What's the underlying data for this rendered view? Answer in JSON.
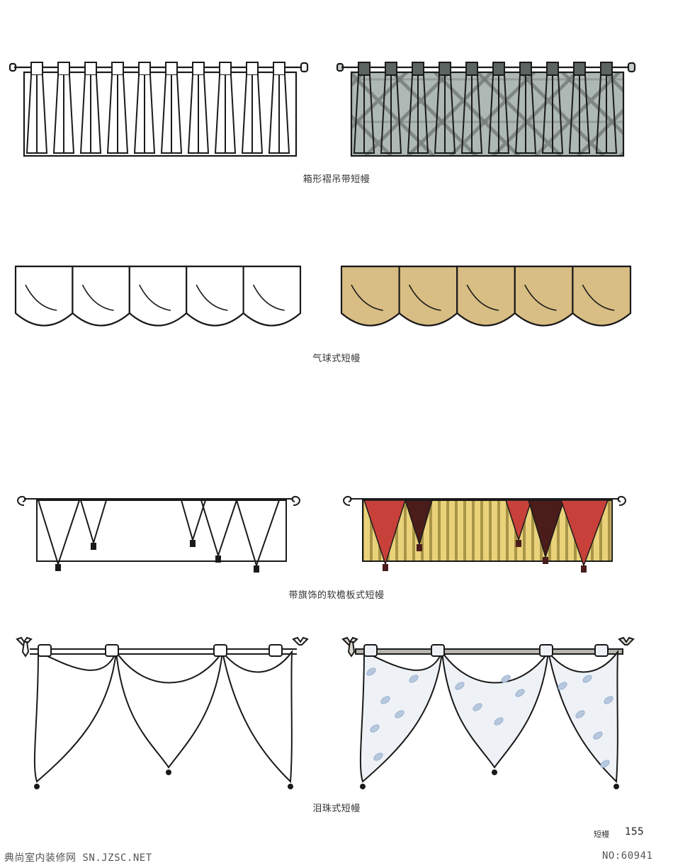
{
  "captions": {
    "box_pleat": "箱形褶吊带短幔",
    "balloon": "气球式短幔",
    "flag_cornice": "带旗饰的软檐板式短幔",
    "teardrop": "泪珠式短幔"
  },
  "footer": {
    "section": "短幔",
    "page_number": "155"
  },
  "watermark": {
    "left": "典尚室内装修网 SN.JZSC.NET",
    "right": "NO:60941"
  },
  "colors": {
    "ink": "#1a1a1a",
    "pleat_grey": "#9aa5a3",
    "pleat_plaid": "#5c6462",
    "balloon_tan": "#d8bd84",
    "balloon_shadow": "#b08f52",
    "flag_red": "#c8403a",
    "flag_brown": "#4a1c1a",
    "stripe_yellow": "#e9d27a",
    "stripe_olive": "#a99548",
    "leaf_blue": "#b7c8de"
  }
}
